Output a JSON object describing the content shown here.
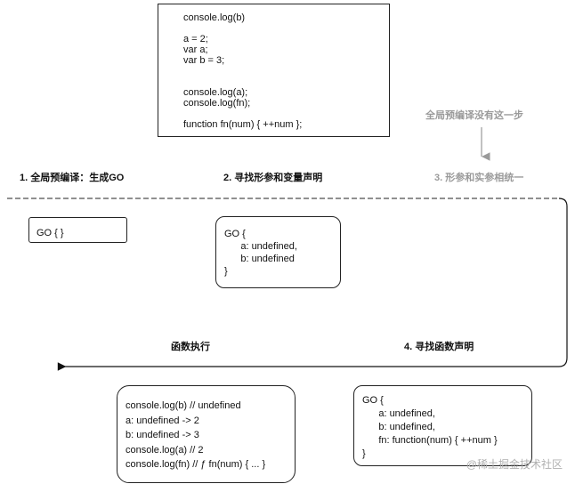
{
  "code_box": {
    "lines": [
      "console.log(b)",
      "",
      "a = 2;",
      "var a;",
      "var b = 3;",
      "",
      "",
      "console.log(a);",
      "console.log(fn);",
      "",
      "function fn(num) { ++num };"
    ]
  },
  "steps": {
    "step1": "1. 全局预编译：生成GO",
    "step2": "2. 寻找形参和变量声明",
    "step3": "3. 形参和实参相统一",
    "step4": "4. 寻找函数声明",
    "execute": "函数执行",
    "note_no_step": "全局预编译没有这一步"
  },
  "go_empty": {
    "text": "GO { }"
  },
  "go_vars": {
    "lines": [
      "GO {",
      "      a: undefined,",
      "      b: undefined",
      "}"
    ]
  },
  "go_funcs": {
    "lines": [
      "GO {",
      "      a: undefined,",
      "      b: undefined,",
      "      fn: function(num) { ++num }",
      "}"
    ]
  },
  "exec_output": {
    "lines": [
      "console.log(b) // undefined",
      "a: undefined -> 2",
      "b: undefined -> 3",
      "console.log(a) // 2",
      "console.log(fn) // ƒ fn(num) { ... }"
    ]
  },
  "watermark": "@稀土掘金技术社区"
}
